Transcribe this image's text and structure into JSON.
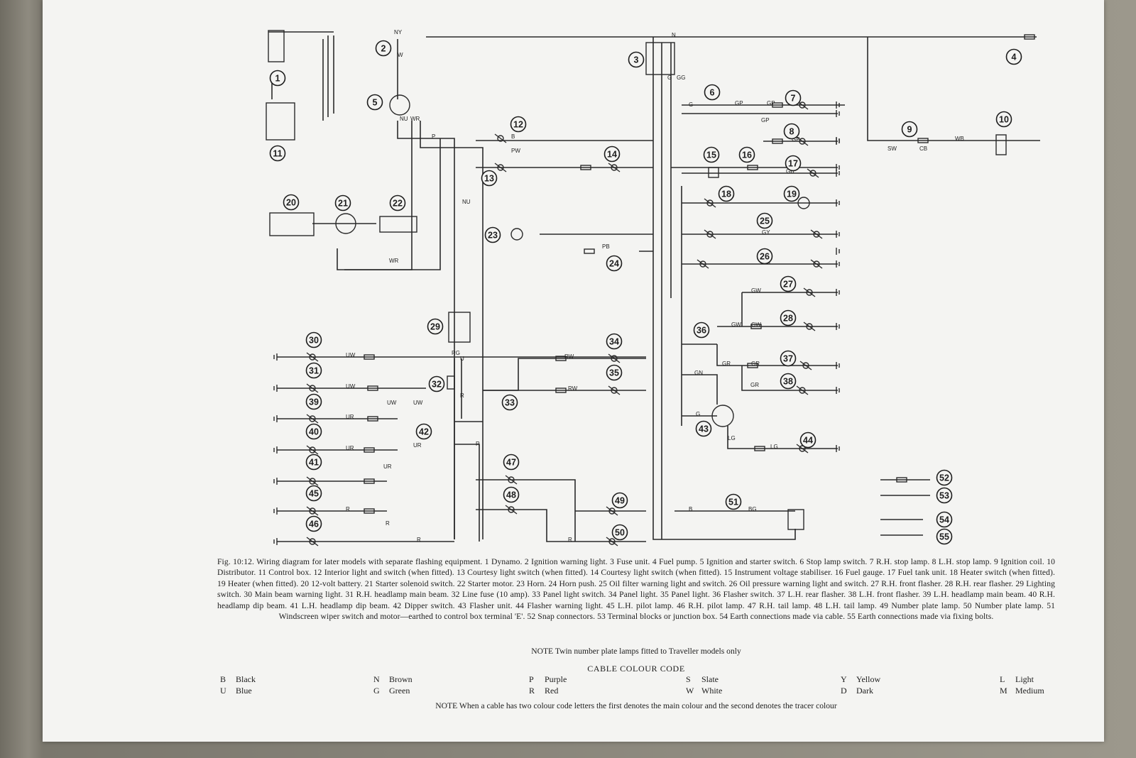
{
  "caption": "Fig. 10:12. Wiring diagram for later models with separate flashing equipment. 1 Dynamo. 2 Ignition warning light. 3 Fuse unit. 4 Fuel pump. 5 Ignition and starter switch. 6 Stop lamp switch. 7 R.H. stop lamp. 8 L.H. stop lamp. 9 Ignition coil. 10 Distributor. 11 Control box. 12 Interior light and switch (when fitted). 13 Courtesy light switch (when fitted). 14 Courtesy light switch (when fitted). 15 Instrument voltage stabiliser. 16 Fuel gauge. 17 Fuel tank unit. 18 Heater switch (when fitted). 19 Heater (when fitted). 20 12-volt battery. 21 Starter solenoid switch. 22 Starter motor. 23 Horn. 24 Horn push. 25 Oil filter warning light and switch. 26 Oil pressure warning light and switch. 27 R.H. front flasher. 28 R.H. rear flasher. 29 Lighting switch. 30 Main beam warning light. 31 R.H. headlamp main beam. 32 Line fuse (10 amp). 33 Panel light switch. 34 Panel light. 35 Panel light. 36 Flasher switch. 37 L.H. rear flasher. 38 L.H. front flasher. 39 L.H. headlamp main beam. 40 R.H. headlamp dip beam. 41 L.H. headlamp dip beam. 42 Dipper switch. 43 Flasher unit. 44 Flasher warning light. 45 L.H. pilot lamp. 46 R.H. pilot lamp. 47 R.H. tail lamp. 48 L.H. tail lamp. 49 Number plate lamp. 50 Number plate lamp. 51 Windscreen wiper switch and motor—earthed to control box terminal 'E'. 52 Snap connectors. 53 Terminal blocks or junction box. 54 Earth connections made via cable. 55 Earth connections made via fixing bolts.",
  "note_twin": "NOTE Twin number plate lamps fitted to Traveller models only",
  "cable_code_title": "CABLE COLOUR CODE",
  "cable_codes": [
    {
      "code": "B",
      "name": "Black"
    },
    {
      "code": "U",
      "name": "Blue"
    },
    {
      "code": "N",
      "name": "Brown"
    },
    {
      "code": "G",
      "name": "Green"
    },
    {
      "code": "P",
      "name": "Purple"
    },
    {
      "code": "R",
      "name": "Red"
    },
    {
      "code": "S",
      "name": "Slate"
    },
    {
      "code": "W",
      "name": "White"
    },
    {
      "code": "Y",
      "name": "Yellow"
    },
    {
      "code": "D",
      "name": "Dark"
    },
    {
      "code": "L",
      "name": "Light"
    },
    {
      "code": "M",
      "name": "Medium"
    }
  ],
  "note_colour": "NOTE When a cable has two colour code letters the first denotes the main colour and the second denotes the tracer colour",
  "components": [
    "1",
    "2",
    "3",
    "4",
    "5",
    "6",
    "7",
    "8",
    "9",
    "10",
    "11",
    "12",
    "13",
    "14",
    "15",
    "16",
    "17",
    "18",
    "19",
    "20",
    "21",
    "22",
    "23",
    "24",
    "25",
    "26",
    "27",
    "28",
    "29",
    "30",
    "31",
    "32",
    "33",
    "34",
    "35",
    "36",
    "37",
    "38",
    "39",
    "40",
    "41",
    "42",
    "43",
    "44",
    "45",
    "46",
    "47",
    "48",
    "49",
    "50",
    "51",
    "52",
    "53",
    "54",
    "55"
  ],
  "wire_labels": [
    "NY",
    "W",
    "NU",
    "WR",
    "P",
    "PW",
    "NU",
    "WR",
    "RG",
    "U",
    "R",
    "RW",
    "RW",
    "B",
    "UW",
    "UW",
    "UW",
    "UW",
    "UR",
    "UR",
    "UR",
    "UR",
    "R",
    "R",
    "R",
    "R",
    "R",
    "B",
    "BG",
    "G",
    "GG",
    "GP",
    "GP",
    "GP",
    "GP",
    "GB",
    "GY",
    "GY",
    "GW",
    "GW",
    "GW",
    "GR",
    "GR",
    "GR",
    "GN",
    "G",
    "LG",
    "LG",
    "SW",
    "CB",
    "WB",
    "PB",
    "N",
    "G"
  ],
  "colors": {
    "paper": "#f4f4f2",
    "ink": "#1d1d1d",
    "background": "#8d8a80"
  }
}
